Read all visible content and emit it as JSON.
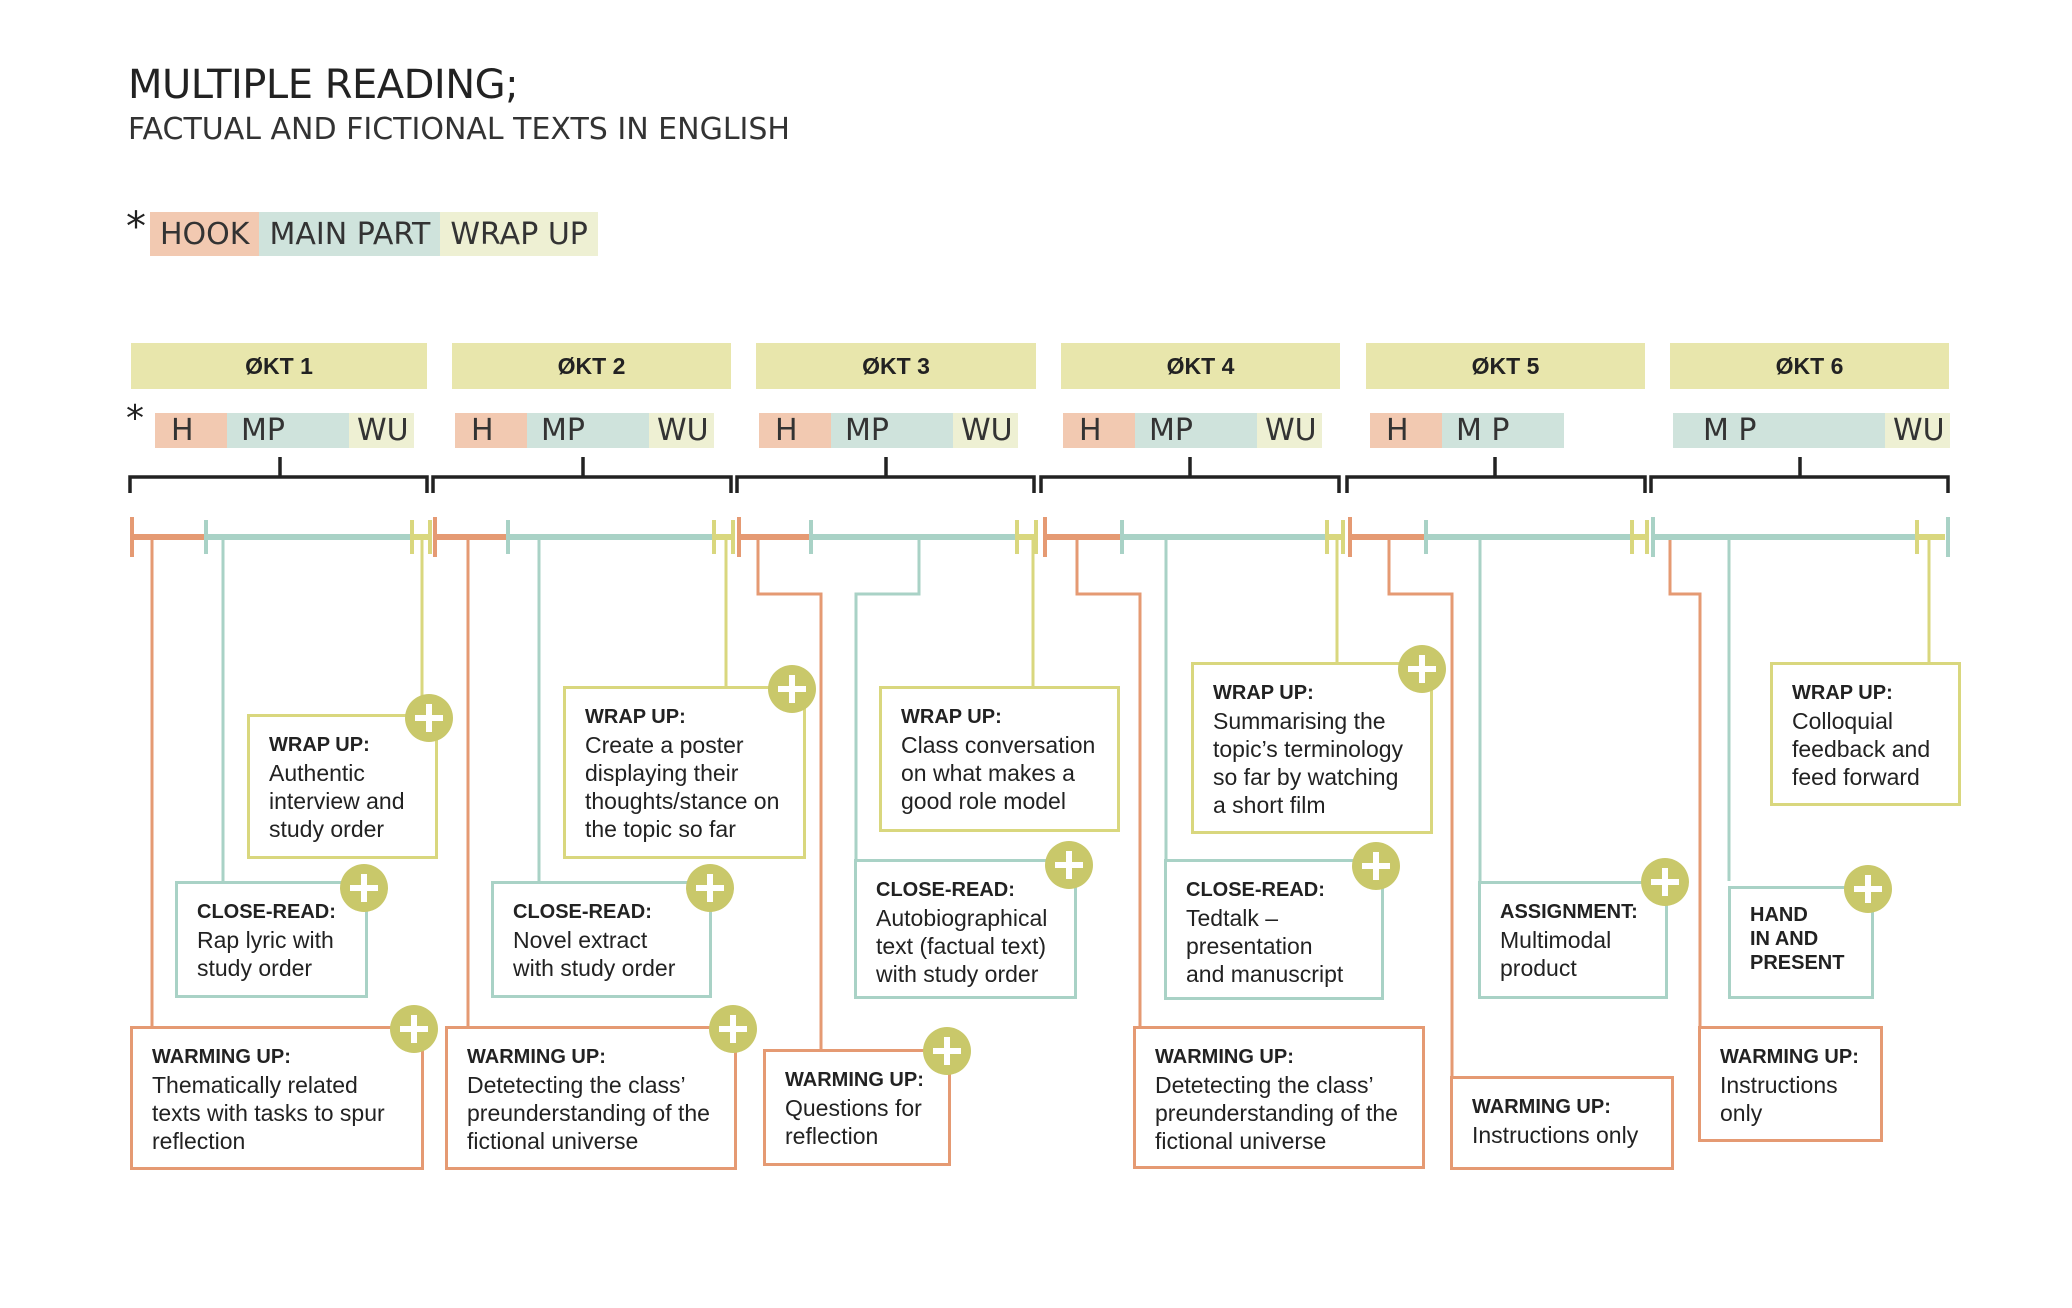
{
  "title": "MULTIPLE READING;",
  "subtitle": "FACTUAL AND FICTIONAL TEXTS IN ENGLISH",
  "legend": {
    "star": "*",
    "hook": "HOOK",
    "main_part": "MAIN PART",
    "wrap_up": "WRAP UP"
  },
  "colors": {
    "hook": "#f2c9b1",
    "main_part": "#cfe3dc",
    "wrap_up": "#eef0d3",
    "okt_header": "#e8e6ac",
    "hook_line": "#e59a73",
    "main_line": "#a9d2c6",
    "wrap_line": "#d9d77e",
    "plus": "#c9c86a"
  },
  "sessions": [
    {
      "label": "ØKT 1",
      "phases": [
        "H",
        "MP",
        "WU"
      ]
    },
    {
      "label": "ØKT 2",
      "phases": [
        "H",
        "MP",
        "WU"
      ]
    },
    {
      "label": "ØKT 3",
      "phases": [
        "H",
        "MP",
        "WU"
      ]
    },
    {
      "label": "ØKT 4",
      "phases": [
        "H",
        "MP",
        "WU"
      ]
    },
    {
      "label": "ØKT 5",
      "phases": [
        "H",
        "M P"
      ]
    },
    {
      "label": "ØKT 6",
      "phases": [
        "M P",
        "WU"
      ]
    }
  ],
  "boxes": [
    {
      "title": "WRAP UP:",
      "body": "Authentic\ninterview and\nstudy order"
    },
    {
      "title": "CLOSE-READ:",
      "body": "Rap lyric with\nstudy order"
    },
    {
      "title": "WARMING UP:",
      "body": "Thematically related\ntexts with tasks to spur\nreflection"
    },
    {
      "title": "WRAP UP:",
      "body": "Create a poster\ndisplaying their\nthoughts/stance on\nthe topic so far"
    },
    {
      "title": "CLOSE-READ:",
      "body": "Novel extract\nwith study order"
    },
    {
      "title": "WARMING UP:",
      "body": "Detetecting the class’\npreunderstanding of the\nfictional universe"
    },
    {
      "title": "WRAP UP:",
      "body": "Class conversation\non what makes a\ngood role model"
    },
    {
      "title": "CLOSE-READ:",
      "body": "Autobiographical\ntext (factual text)\nwith study order"
    },
    {
      "title": "WARMING UP:",
      "body": "Questions for\nreflection"
    },
    {
      "title": "WRAP UP:",
      "body": "Summarising the\ntopic’s terminology\nso far by watching\na short film"
    },
    {
      "title": "CLOSE-READ:",
      "body": "Tedtalk –\npresentation\nand manuscript"
    },
    {
      "title": "WARMING UP:",
      "body": "Detetecting the class’\npreunderstanding of the\nfictional universe"
    },
    {
      "title": "ASSIGNMENT:",
      "body": "Multimodal\nproduct"
    },
    {
      "title": "WARMING UP:",
      "body": "Instructions only"
    },
    {
      "title": "WRAP UP:",
      "body": "Colloquial\nfeedback and\nfeed forward"
    },
    {
      "title": "HAND\nIN AND\nPRESENT",
      "body": ""
    },
    {
      "title": "WARMING UP:",
      "body": "Instructions\nonly"
    }
  ]
}
